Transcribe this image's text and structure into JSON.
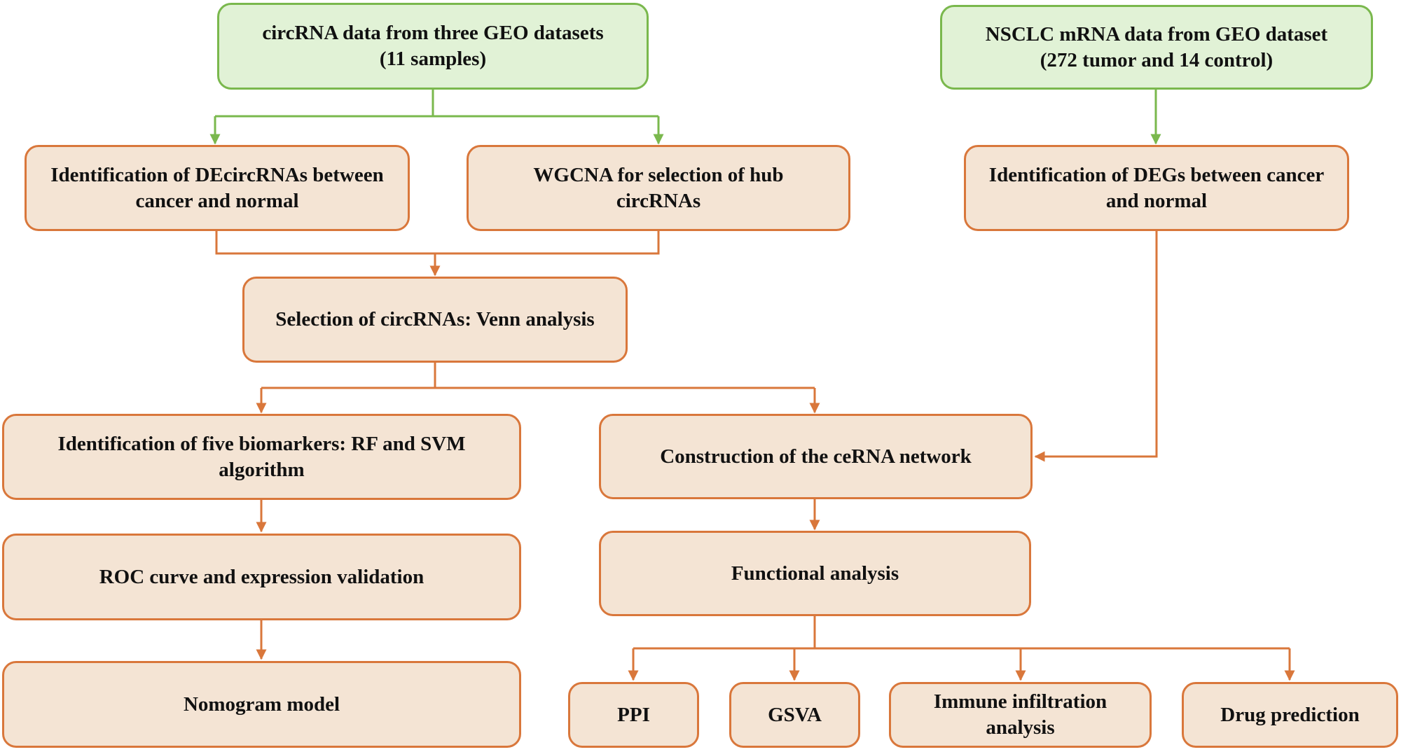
{
  "colors": {
    "orange_border": "#d9773b",
    "orange_fill": "#f4e4d4",
    "green_border": "#7ab84d",
    "green_fill": "#e1f2d6"
  },
  "nodes": {
    "circrna_data": "circRNA  data from three GEO datasets\n(11 samples)",
    "nsclc_mrna_data": "NSCLC mRNA data from GEO dataset\n(272 tumor and 14 control)",
    "de_circrnas": "Identification of DEcircRNAs between\ncancer and normal",
    "wgcna": "WGCNA for selection of hub\ncircRNAs",
    "degs": "Identification of DEGs between cancer\nand normal",
    "venn": "Selection of circRNAs: Venn analysis",
    "biomarkers": "Identification of five biomarkers: RF and SVM\nalgorithm",
    "cerna": "Construction of the ceRNA network",
    "roc": "ROC curve and expression validation",
    "functional": "Functional analysis",
    "nomogram": "Nomogram model",
    "ppi": "PPI",
    "gsva": "GSVA",
    "immune": "Immune infiltration\nanalysis",
    "drug": "Drug prediction"
  }
}
